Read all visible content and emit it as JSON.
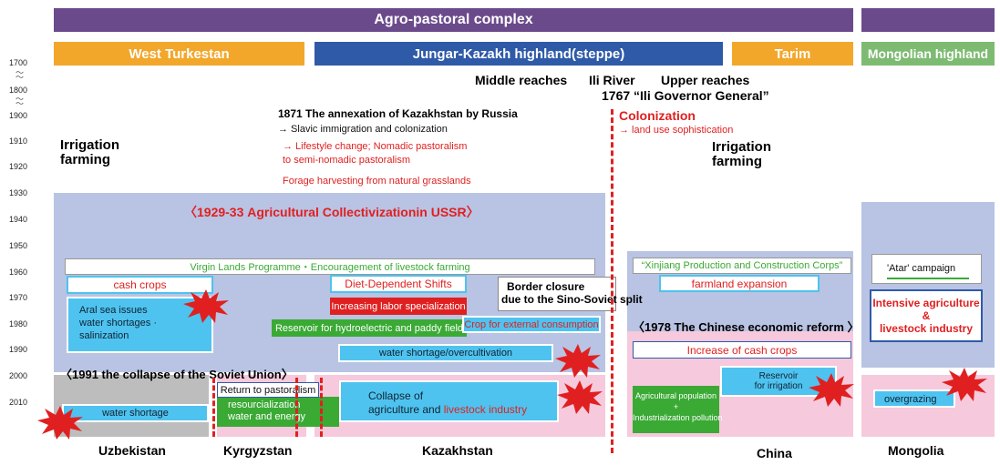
{
  "top_bar": {
    "title": "Agro-pastoral complex",
    "color": "#6b4a8c"
  },
  "regions": {
    "west_turkestan": {
      "label": "West Turkestan",
      "color": "#f2a72b"
    },
    "jungar": {
      "label": "Jungar-Kazakh highland(steppe)",
      "color": "#2f5aa8"
    },
    "tarim": {
      "label": "Tarim",
      "color": "#f2a72b"
    },
    "mongolian_highland": {
      "label": "Mongolian highland",
      "color": "#7dbb72"
    }
  },
  "years": [
    "1700",
    "1800",
    "1900",
    "1910",
    "1920",
    "1930",
    "1940",
    "1950",
    "1960",
    "1970",
    "1980",
    "1990",
    "2000",
    "2010"
  ],
  "tildes": [
    "〜\n〜",
    "〜\n〜"
  ],
  "labels": {
    "middle_reaches": "Middle reaches",
    "ili_river": "Ili River",
    "upper_reaches": "Upper reaches",
    "ili_governor": "1767 “Ili Governor General”",
    "annexation": "1871 The annexation of Kazakhstan by Russia",
    "slavic": "→ Slavic immigration and colonization",
    "lifestyle1": "→ Lifestyle change; Nomadic pastoralism",
    "lifestyle2": "to semi-nomadic pastoralism",
    "forage": "Forage harvesting from natural grasslands",
    "colonization": "Colonization",
    "land_use": "→ land use sophistication",
    "irrigation_left": "Irrigation\nfarming",
    "irrigation_right": "Irrigation\nfarming",
    "collectivization": "〈1929-33 Agricultural Collectivizationin USSR〉",
    "soviet_collapse": "〈1991 the collapse of the Soviet Union〉",
    "chinese_reform": "〈1978 The Chinese economic reform 〉",
    "border1": "Border closure",
    "border2": "due to the Sino-Soviet split"
  },
  "boxes": {
    "virgin_lands": "Virgin Lands Programme・Encouragement of livestock farming",
    "cash_crops": "cash crops",
    "diet": "Diet-Dependent Shifts",
    "labor": "Increasing labor specialization",
    "aral": "Aral sea issues\nwater shortages ·\nsalinization",
    "reservoir_hydro": "Reservoir for hydroelectric and paddy field",
    "crop_external": "Crop for external consumption",
    "water_overcult": "water shortage/overcultivation",
    "xinjiang": "“Xinjiang Production and Construction Corps”",
    "farmland": "farmland expansion",
    "cash_crops_china": "Increase of cash crops",
    "reservoir_irrig": "Reservoir\nfor irrigation",
    "agri_pop1": "Agricultural population",
    "agri_pop2": "+",
    "agri_pop3": "Industrialization pollution",
    "atar": "'Atar' campaign",
    "intensive": "Intensive agriculture\n&\nlivestock industry",
    "overgrazing": "overgrazing",
    "water_shortage_uz": "water shortage",
    "return_past": "Return to pastoralism",
    "resource1": "resourcialization",
    "resource2": "water and energy",
    "collapse1": "Collapse of",
    "collapse2": "agriculture and ",
    "collapse3": "livestock industry"
  },
  "countries": {
    "uzbekistan": "Uzbekistan",
    "kyrgyzstan": "Kyrgyzstan",
    "kazakhstan": "Kazakhstan",
    "china": "China",
    "mongolia": "Mongolia"
  },
  "colors": {
    "ussr_band": "#b9c3e3",
    "pink_band": "#f6c9dc",
    "grey_band": "#bdbdbd",
    "cyan": "#4ec3ef",
    "green": "#3aaa35",
    "red": "#e02020"
  }
}
